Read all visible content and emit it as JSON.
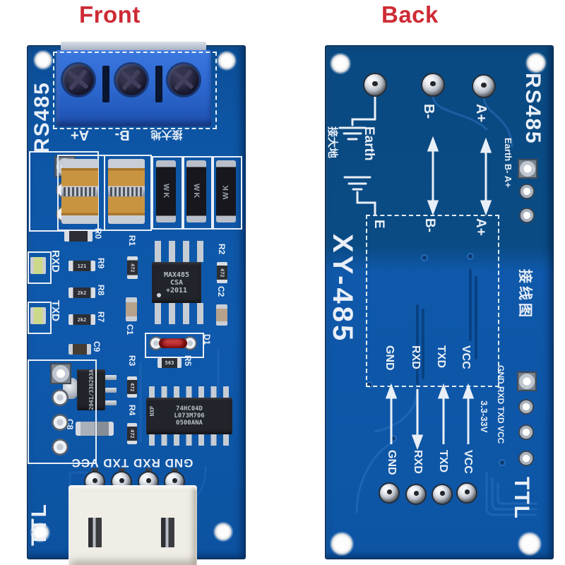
{
  "titles": {
    "front": "Front",
    "back": "Back"
  },
  "colors": {
    "board_blue": "#0d55a4",
    "board_blue_dark": "#0a4a82",
    "terminal_blue": "#2b66cc",
    "title_red": "#ce2b35",
    "silkscreen_white": "#e9eff7",
    "fuse_orange": "#c99440",
    "solder_silver": "#c6ccd4",
    "led_green": "#cdd98a",
    "diode_red": "#c02020"
  },
  "front": {
    "side_label": "RS485",
    "ttl_label": "TTL",
    "pin_a": "A+",
    "pin_b": "B-",
    "earth_cn": "接大地",
    "ttl_pins": "GND RXD TXD VCC",
    "diode_mark": "WK",
    "refs": {
      "r0": "R0",
      "r1": "R1",
      "r2": "R2",
      "r3": "R3",
      "r4": "R4",
      "r5": "R5",
      "r7": "R7",
      "r8": "R8",
      "r9": "R9",
      "c1": "C1",
      "c2": "C2",
      "c8": "C8",
      "c9": "C9",
      "d1": "D1",
      "rxd": "RXD",
      "txd": "TXD"
    },
    "values": {
      "r1": "472",
      "r2": "472",
      "r3": "472",
      "r4": "472",
      "r5": "563",
      "r7": "2k2",
      "r8": "2k2",
      "r9": "121"
    },
    "ic1": {
      "line1": "MAX485",
      "line2": "CSA",
      "line3": "+2011"
    },
    "ic2": {
      "line1": "74HC04D",
      "line2": "L073M706",
      "line3": "0500ANA",
      "logo": "NXP"
    },
    "regulator": {
      "line1": "6203A",
      "line2": "2041/33"
    }
  },
  "back": {
    "side_label": "RS485",
    "ttl_label": "TTL",
    "model": "XY-485",
    "earth": "Earth",
    "earth_cn": "接大地",
    "diagram_cn": "接线图",
    "pin_b": "B-",
    "pin_a": "A+",
    "edge_top": "Earth B- A+",
    "edge_bottom": "GND RXD TXD VCC",
    "box": {
      "e": "E",
      "b": "B-",
      "a": "A+",
      "gnd": "GND",
      "rxd": "RXD",
      "txd": "TXD",
      "vcc": "VCC"
    },
    "bottom": {
      "gnd": "GND",
      "rxd": "RXD",
      "txd": "TXD",
      "vcc": "VCC",
      "voltage": "3.3-33V"
    }
  }
}
